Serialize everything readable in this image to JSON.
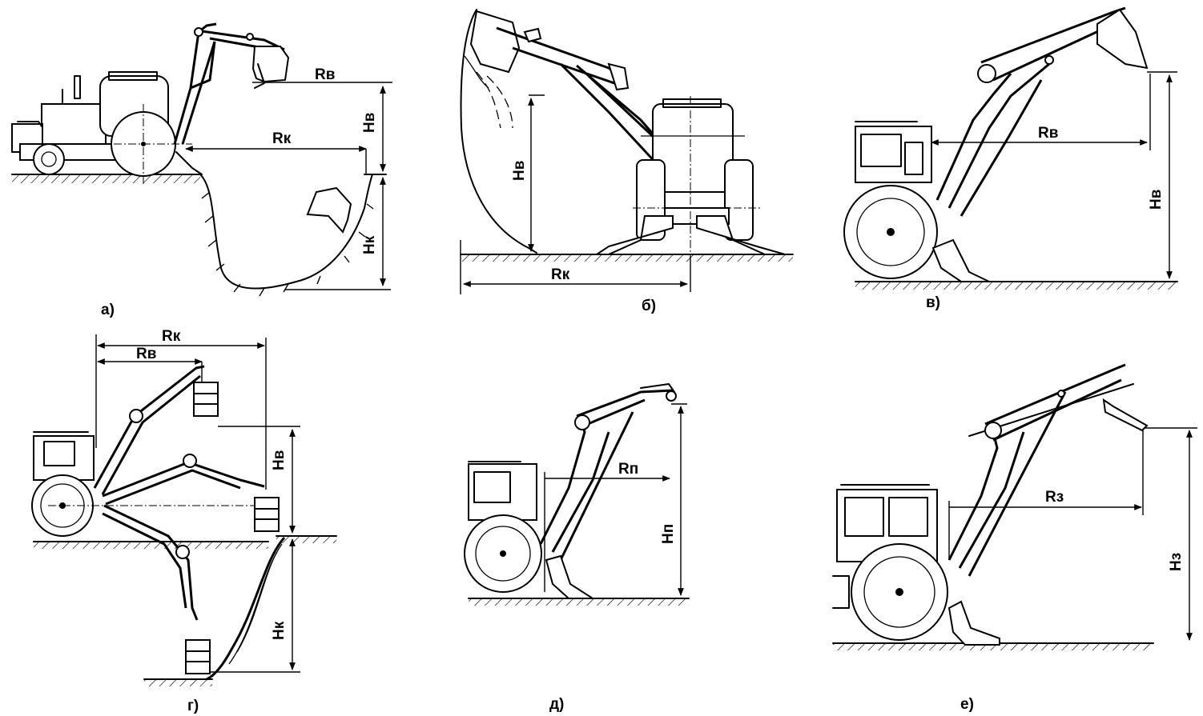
{
  "panels": {
    "a": {
      "caption": "а)",
      "labels": {
        "rv": "Rв",
        "rk": "Rк",
        "hv": "Нв",
        "hk": "Нк"
      }
    },
    "b": {
      "caption": "б)",
      "labels": {
        "hv": "Нв",
        "rk": "Rк"
      }
    },
    "v": {
      "caption": "в)",
      "labels": {
        "rv": "Rв",
        "hv": "Нв"
      }
    },
    "g": {
      "caption": "г)",
      "labels": {
        "rk": "Rк",
        "rv": "Rв",
        "hv": "Нв",
        "hk": "Нк"
      }
    },
    "d": {
      "caption": "д)",
      "labels": {
        "rp": "Rп",
        "hp": "Нп"
      }
    },
    "e": {
      "caption": "е)",
      "labels": {
        "rz": "Rз",
        "hz": "Нз"
      }
    }
  }
}
